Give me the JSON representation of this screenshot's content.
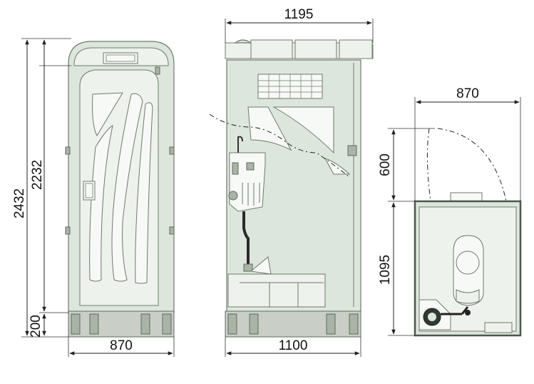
{
  "dimensions": {
    "front_total_height": "2432",
    "front_body_height": "2232",
    "front_base_height": "200",
    "front_width": "870",
    "side_top_width": "1195",
    "side_bottom_width": "1100",
    "plan_width": "870",
    "plan_door_swing": "600",
    "plan_depth": "1095"
  },
  "colors": {
    "body": "#dde6dc",
    "panel": "#eef2ec",
    "outline": "#6d7a6c",
    "dimension_lines": "#222222"
  }
}
